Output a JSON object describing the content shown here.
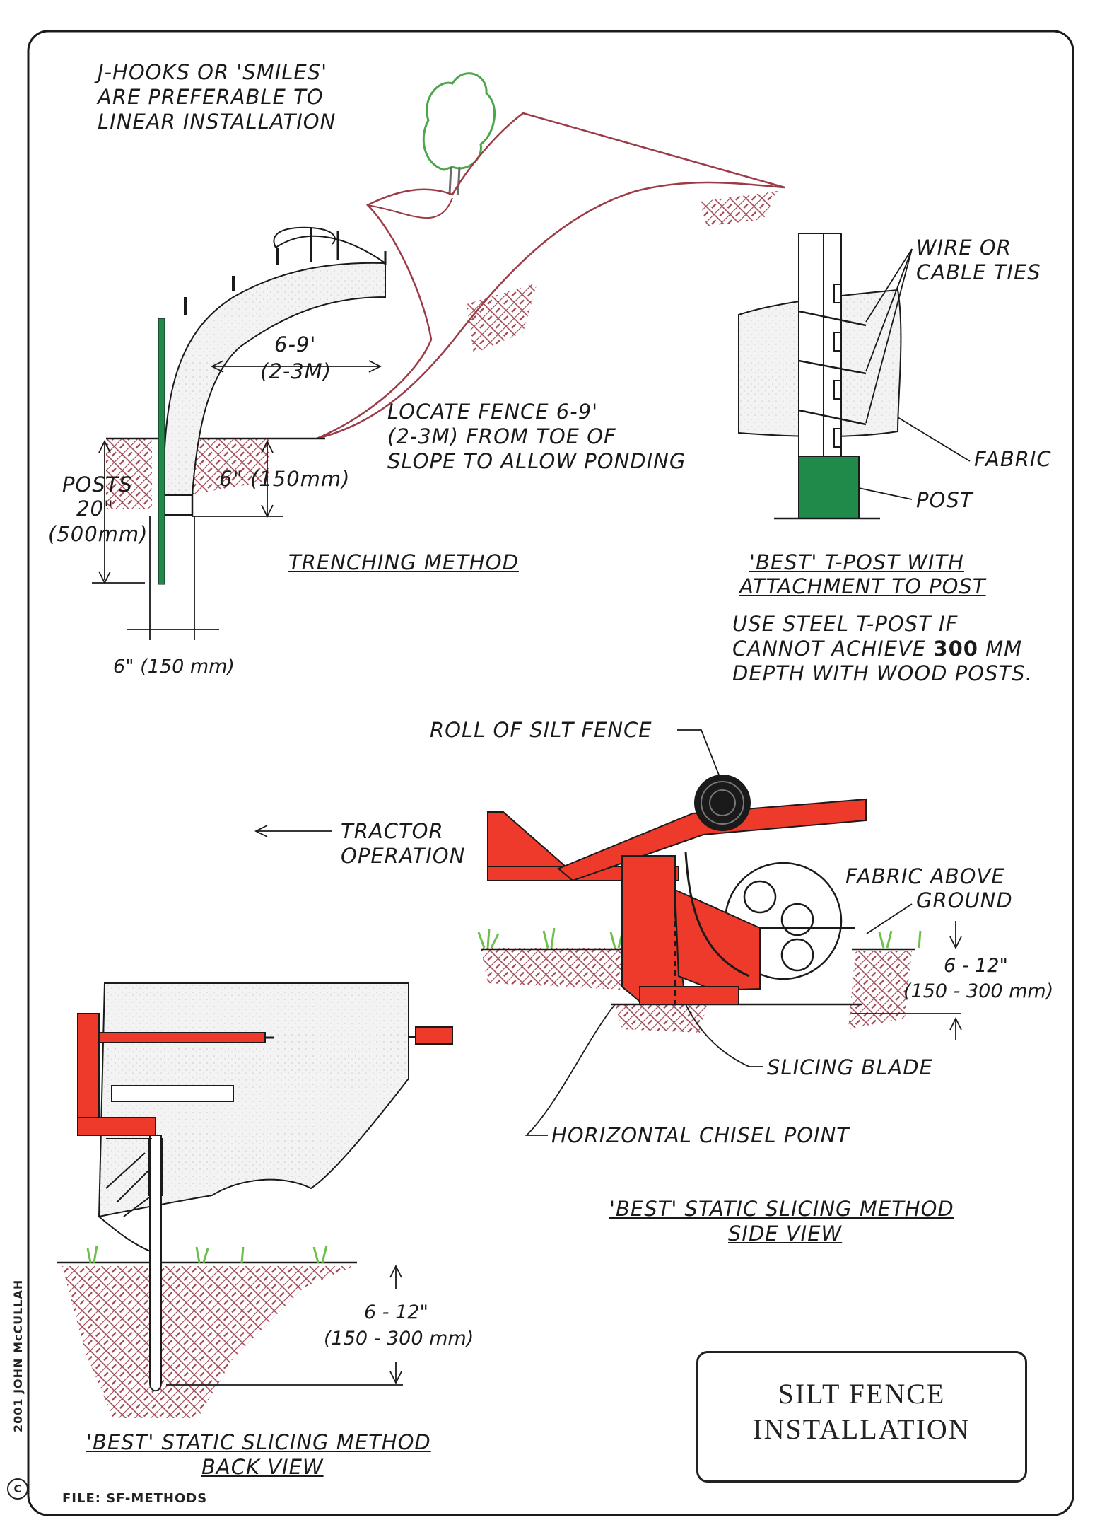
{
  "title": {
    "line1": "SILT FENCE",
    "line2": "INSTALLATION"
  },
  "credit": "2001 JOHN McCULLAH",
  "copyright_symbol": "C",
  "file_label": "FILE: SF-METHODS",
  "trenching": {
    "note_line1": "J-HOOKS OR 'SMILES'",
    "note_line2": "ARE PREFERABLE TO",
    "note_line3": "LINEAR INSTALLATION",
    "spacing_line1": "6-9'",
    "spacing_line2": "(2-3M)",
    "locate_line1": "LOCATE FENCE 6-9'",
    "locate_line2": "(2-3M) FROM TOE OF",
    "locate_line3": "SLOPE TO ALLOW PONDING",
    "posts_line1": "POSTS",
    "posts_line2": "20\"",
    "posts_line3": "(500mm)",
    "trench_depth": "6\" (150mm)",
    "trench_width": "6\" (150 mm)",
    "caption": "TRENCHING METHOD"
  },
  "tpost": {
    "ties_line1": "WIRE OR",
    "ties_line2": "CABLE TIES",
    "fabric": "FABRIC",
    "post": "POST",
    "caption_line1": "'BEST' T-POST WITH",
    "caption_line2": "ATTACHMENT TO POST",
    "note_line1": "USE STEEL T-POST IF",
    "note_line2_a": "CANNOT ACHIEVE",
    "note_line2_b": "300",
    "note_line2_c": "MM",
    "note_line3": "DEPTH WITH WOOD POSTS."
  },
  "side_view": {
    "roll": "ROLL OF SILT FENCE",
    "tractor_line1": "TRACTOR",
    "tractor_line2": "OPERATION",
    "fabric_line1": "FABRIC ABOVE",
    "fabric_line2": "GROUND",
    "depth_line1": "6 - 12\"",
    "depth_line2": "(150 - 300 mm)",
    "blade": "SLICING BLADE",
    "chisel": "HORIZONTAL CHISEL POINT",
    "caption_line1": "'BEST' STATIC SLICING METHOD",
    "caption_line2": "SIDE VIEW"
  },
  "back_view": {
    "depth_line1": "6 - 12\"",
    "depth_line2": "(150 - 300 mm)",
    "caption_line1": "'BEST' STATIC SLICING METHOD",
    "caption_line2": "BACK VIEW"
  },
  "colors": {
    "implement_red": "#ee3a2a",
    "post_green": "#1f8a4a",
    "hillside_outline": "#9b3b46",
    "soil_hatch": "#a0434f",
    "grass_green": "#6cc04a",
    "ink": "#1a1a1a"
  }
}
